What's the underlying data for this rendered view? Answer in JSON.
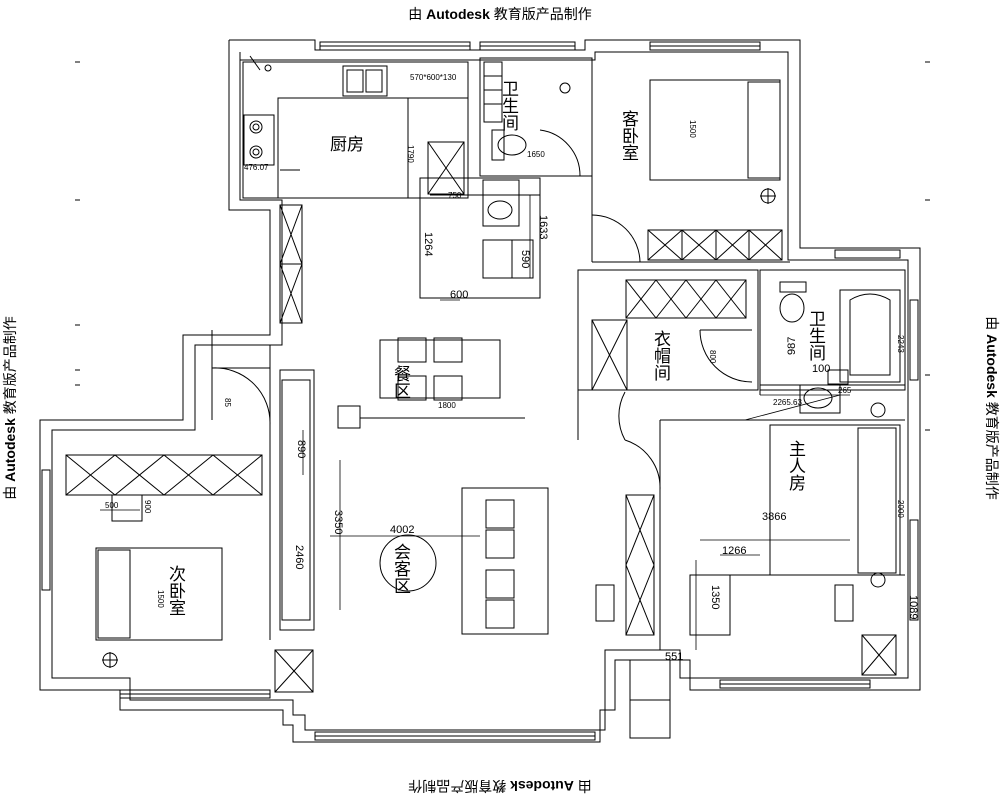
{
  "watermark": {
    "prefix": "由 ",
    "brand": "Autodesk",
    "suffix": " 教育版产品制作"
  },
  "rooms": {
    "kitchen": "厨房",
    "bath_north": "卫生间",
    "guest_bedroom": "客卧室",
    "dining": "餐区",
    "cloakroom": "衣帽间",
    "bath_master": "卫生间",
    "master_bedroom": "主人房",
    "living": "会客区",
    "second_bedroom": "次卧室"
  },
  "dimensions": {
    "d570": "570*600*130",
    "d476": "476.07",
    "d1790": "1790",
    "d1650": "1650",
    "d1500a": "1500",
    "d750": "750",
    "d1633": "1633",
    "d1264": "1264",
    "d590": "590",
    "d600": "600",
    "d1800": "1800",
    "d800": "800",
    "d987": "987",
    "d100": "100",
    "d2243": "2243",
    "d265": "265",
    "d2265": "2265.63",
    "d85": "85",
    "d890": "890",
    "d3350": "3350",
    "d4002": "4002",
    "d2460": "2460",
    "d500": "500",
    "d900": "900",
    "d1500b": "1500",
    "d3866": "3866",
    "d2000": "2000",
    "d1266": "1266",
    "d1350": "1350",
    "d1089": "1089",
    "d551": "551"
  }
}
